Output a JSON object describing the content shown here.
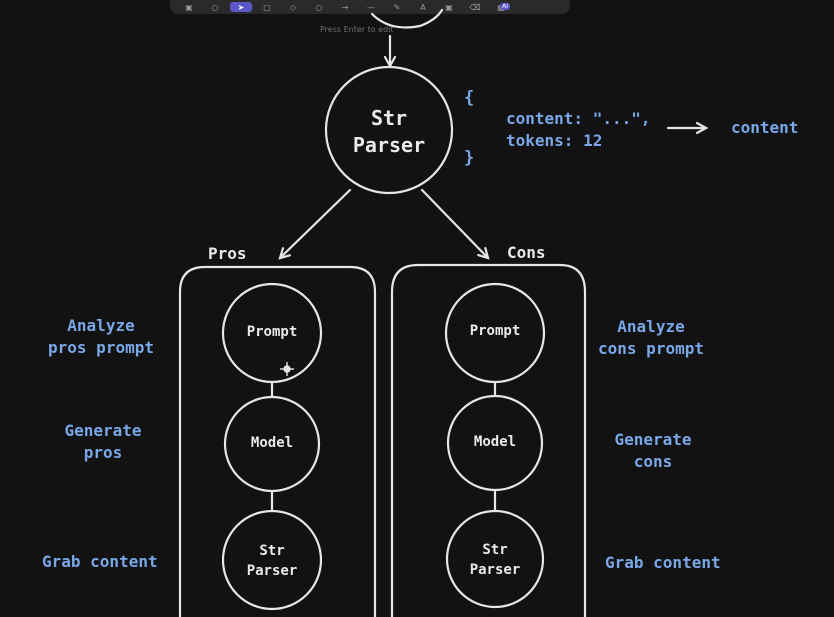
{
  "toolbar": {
    "tools": [
      "lock-icon",
      "hand-icon",
      "pointer-icon",
      "square-icon",
      "diamond-icon",
      "circle-icon",
      "arrow-icon",
      "line-icon",
      "pencil-icon",
      "text-icon",
      "image-icon",
      "eraser-icon",
      "library-icon"
    ],
    "active_tool": "pointer-icon",
    "badge": "AI",
    "hint": "Press Enter to edit"
  },
  "colors": {
    "background": "#121212",
    "stroke": "#e6e6e6",
    "annotation": "#79a7e8",
    "accent": "#5b57c9"
  },
  "top_node": {
    "line1": "Str",
    "line2": "Parser"
  },
  "output": {
    "brace_open": "{",
    "line1": "content: \"...\",",
    "line2": "tokens: 12",
    "brace_close": "}",
    "result": "content"
  },
  "branches": {
    "pros": {
      "title": "Pros",
      "nodes": {
        "prompt": "Prompt",
        "model": "Model",
        "parser_l1": "Str",
        "parser_l2": "Parser"
      },
      "notes": {
        "analyze_l1": "Analyze",
        "analyze_l2": "pros prompt",
        "generate_l1": "Generate",
        "generate_l2": "pros",
        "grab": "Grab content"
      }
    },
    "cons": {
      "title": "Cons",
      "nodes": {
        "prompt": "Prompt",
        "model": "Model",
        "parser_l1": "Str",
        "parser_l2": "Parser"
      },
      "notes": {
        "analyze_l1": "Analyze",
        "analyze_l2": "cons prompt",
        "generate_l1": "Generate",
        "generate_l2": "cons",
        "grab": "Grab content"
      }
    }
  }
}
